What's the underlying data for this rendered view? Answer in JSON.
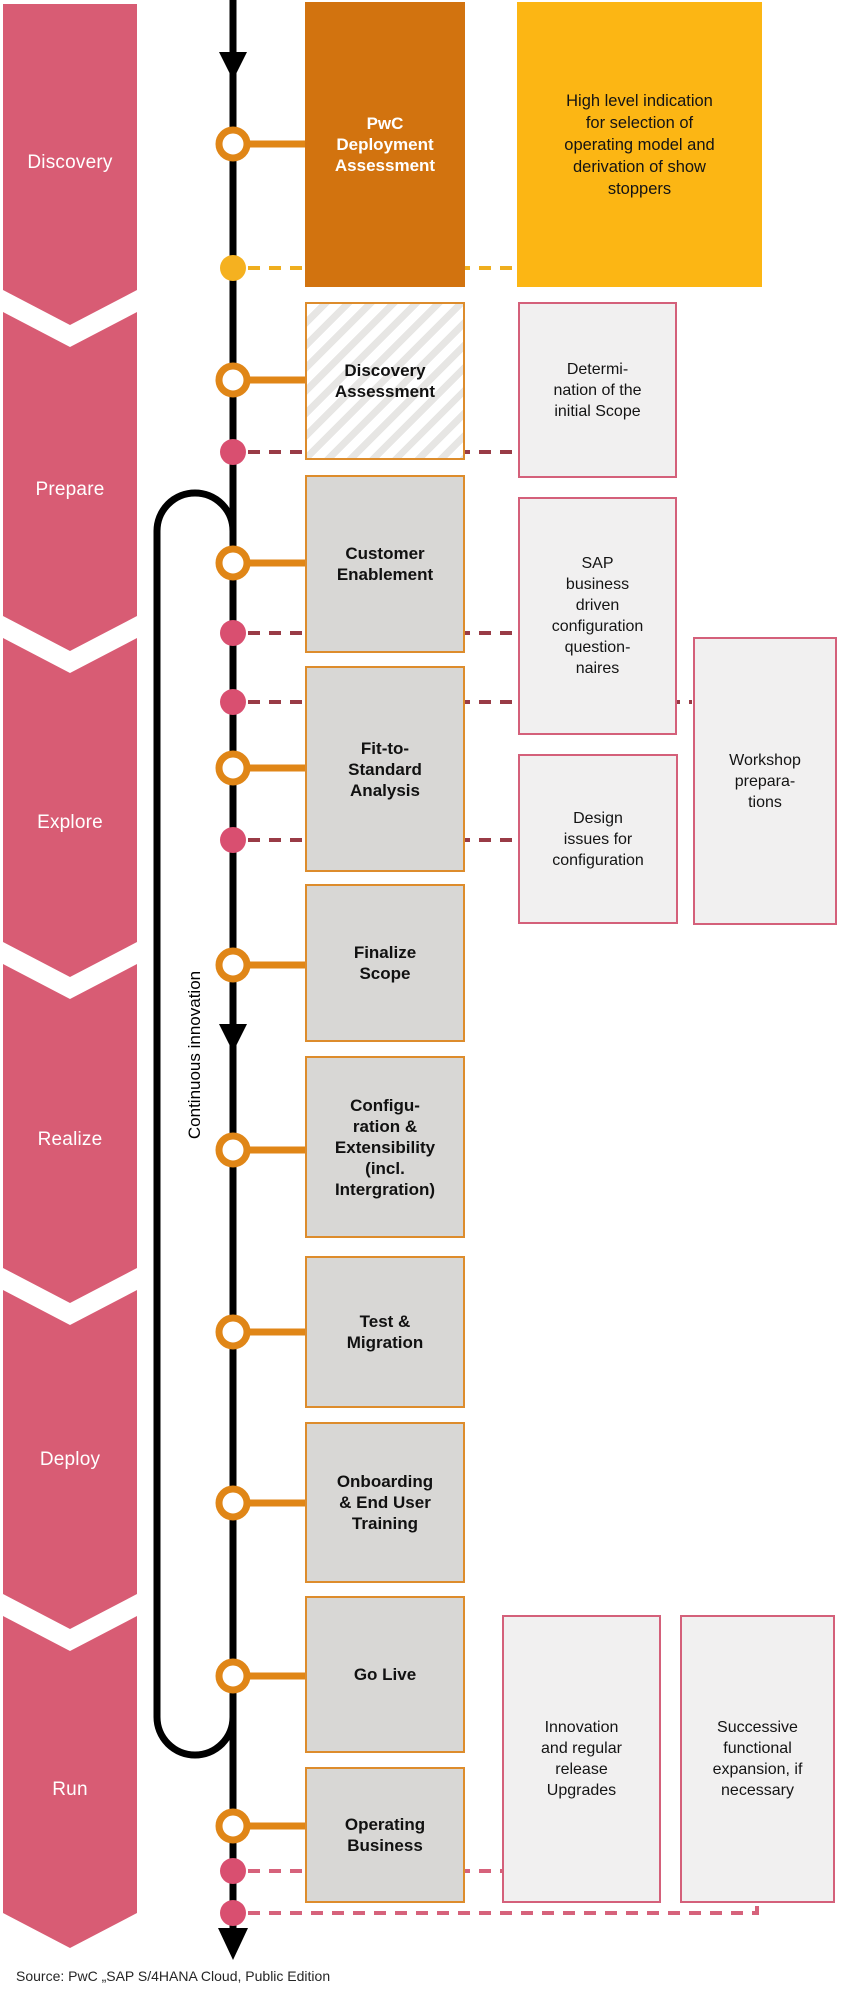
{
  "phases": [
    {
      "label": "Discovery"
    },
    {
      "label": "Prepare"
    },
    {
      "label": "Explore"
    },
    {
      "label": "Realize"
    },
    {
      "label": "Deploy"
    },
    {
      "label": "Run"
    }
  ],
  "timeline": {
    "innovation_loop_label": "Continuous innovation"
  },
  "activities": [
    {
      "label": "PwC\nDeployment\nAssessment"
    },
    {
      "label": "Discovery\nAssessment"
    },
    {
      "label": "Customer\nEnablement"
    },
    {
      "label": "Fit-to-\nStandard\nAnalysis"
    },
    {
      "label": "Finalize\nScope"
    },
    {
      "label": "Configu-\nration &\nExtensibility\n(incl.\nIntergration)"
    },
    {
      "label": "Test &\nMigration"
    },
    {
      "label": "Onboarding\n& End User\nTraining"
    },
    {
      "label": "Go Live"
    },
    {
      "label": "Operating\nBusiness"
    }
  ],
  "annotations": [
    {
      "label": "High level indication\nfor selection of\noperating model and\nderivation of show\nstoppers"
    },
    {
      "label": "Determi-\nnation of the\ninitial Scope"
    },
    {
      "label": "SAP\nbusiness\ndriven\nconfiguration\nquestion-\nnaires"
    },
    {
      "label": "Design\nissues for\nconfiguration"
    },
    {
      "label": "Workshop\nprepara-\ntions"
    },
    {
      "label": "Innovation\nand regular\nrelease\nUpgrades"
    },
    {
      "label": "Successive\nfunctional\nexpansion, if\nnecessary"
    }
  ],
  "footer": {
    "source": "Source: PwC „SAP S/4HANA Cloud, Public Edition"
  },
  "colors": {
    "phase_rose": "#d85c74",
    "milestone_dot_pink": "#d94f70",
    "orange_box": "#d2730f",
    "orange_accent": "#e08617",
    "gray_box_border": "#dd8c2c",
    "gray_box_fill": "#d8d7d5",
    "yellow_box": "#fcb614",
    "yellow_dash": "#efae1e",
    "maroon_dash": "#993b46",
    "pink_dash": "#d6627b",
    "annotation_fill": "#f1f0f0",
    "annotation_border": "#d4607a"
  }
}
